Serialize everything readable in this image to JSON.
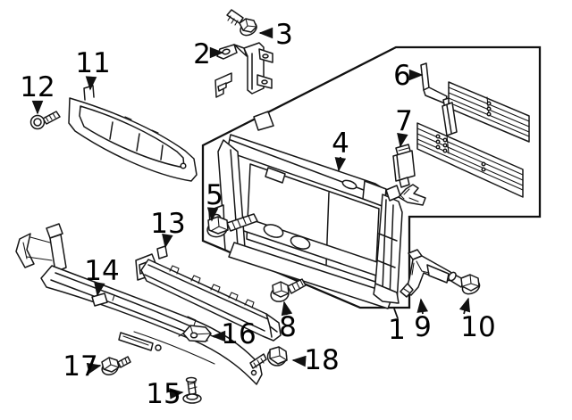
{
  "figure": {
    "type": "exploded-parts-diagram",
    "background_color": "#ffffff",
    "line_color": "#161616",
    "callouts": [
      {
        "number": "1",
        "part": "radiator-support-assembly"
      },
      {
        "number": "2",
        "part": "upper-mount-bracket"
      },
      {
        "number": "3",
        "part": "hex-flange-bolt"
      },
      {
        "number": "4",
        "part": "radiator-support-panel"
      },
      {
        "number": "5",
        "part": "hex-flange-bolt"
      },
      {
        "number": "6",
        "part": "active-grille-shutter"
      },
      {
        "number": "7",
        "part": "shutter-actuator"
      },
      {
        "number": "8",
        "part": "hex-flange-bolt"
      },
      {
        "number": "9",
        "part": "corner-support-bracket"
      },
      {
        "number": "10",
        "part": "hex-flange-bolt"
      },
      {
        "number": "11",
        "part": "upper-grille-support-panel"
      },
      {
        "number": "12",
        "part": "washer-head-screw"
      },
      {
        "number": "13",
        "part": "lower-crossmember"
      },
      {
        "number": "14",
        "part": "lower-air-deflector"
      },
      {
        "number": "15",
        "part": "push-pin-rivet"
      },
      {
        "number": "16",
        "part": "clip-bracket"
      },
      {
        "number": "17",
        "part": "hex-flange-screw"
      },
      {
        "number": "18",
        "part": "hex-flange-bolt"
      }
    ]
  }
}
